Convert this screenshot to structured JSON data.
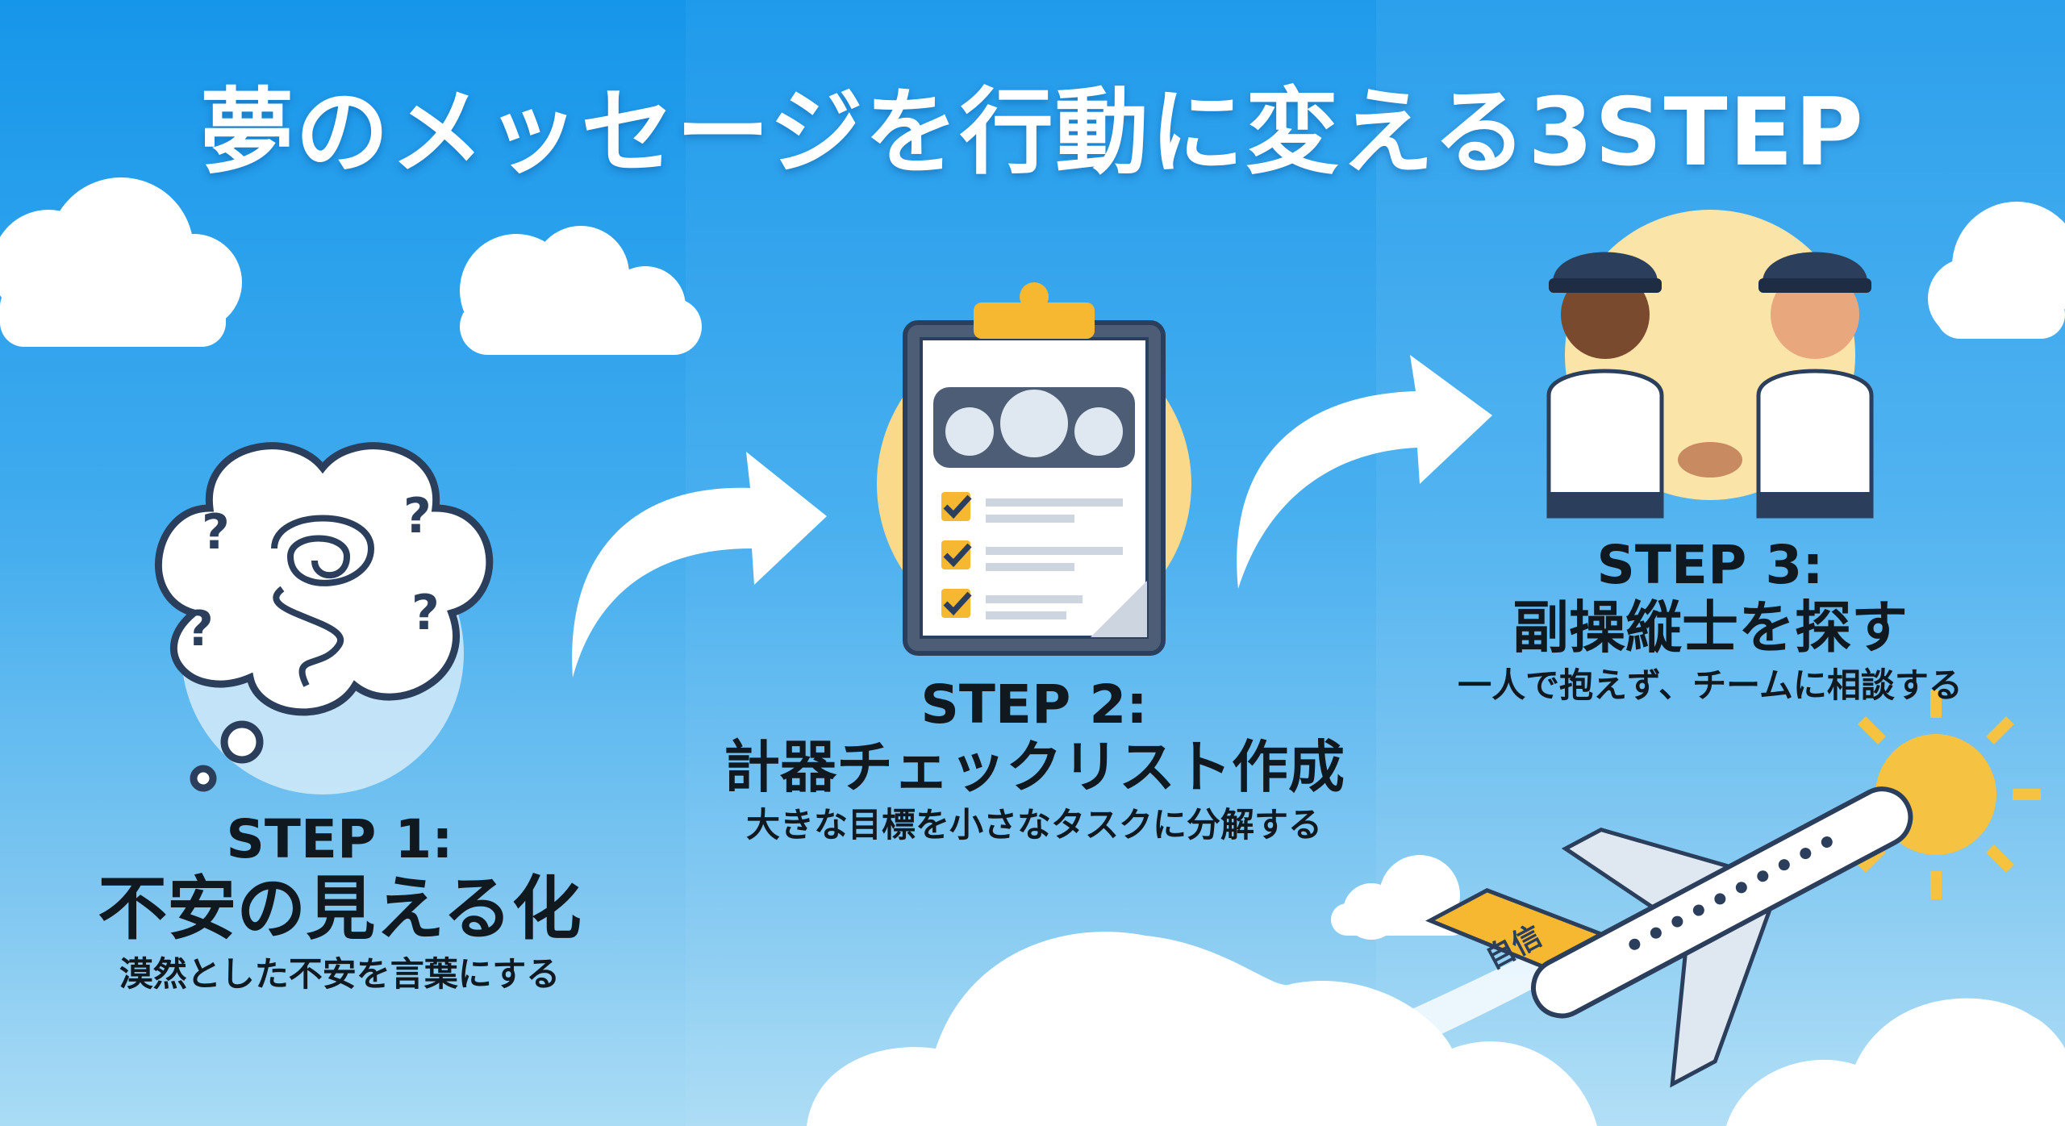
{
  "title": "夢のメッセージを行動に変える3STEP",
  "steps": [
    {
      "label": "STEP 1:",
      "name": "不安の見える化",
      "description": "漠然とした不安を言葉にする"
    },
    {
      "label": "STEP 2:",
      "name": "計器チェックリスト作成",
      "description": "大きな目標を小さなタスクに分解する"
    },
    {
      "label": "STEP 3:",
      "name": "副操縦士を探す",
      "description": "一人で抱えず、チームに相談する"
    }
  ],
  "plane_tail_text": "自信",
  "colors": {
    "sky": "#1e9ae8",
    "accent": "#f5c242",
    "ink": "#2b3f5c"
  }
}
